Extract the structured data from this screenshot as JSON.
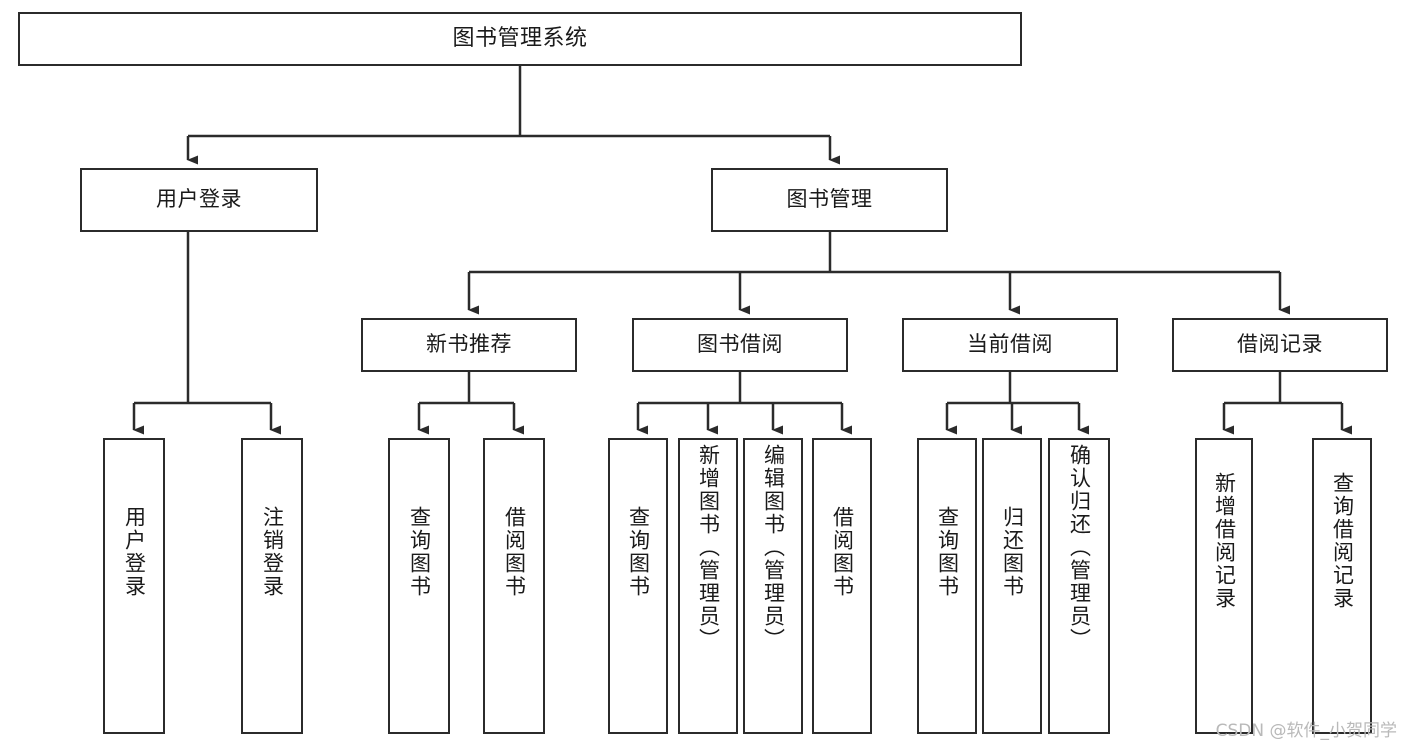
{
  "diagram": {
    "title": "图书管理系统",
    "watermark": "CSDN @软件_小贺同学",
    "line_color": "#2b2b2b",
    "box_fill": "#ffffff",
    "text_color": "#1a1a1a",
    "watermark_color": "#b9b9b9",
    "levels": {
      "root": {
        "label": "图书管理系统"
      },
      "level2": [
        {
          "label": "用户登录"
        },
        {
          "label": "图书管理"
        }
      ],
      "level3": [
        {
          "label": "新书推荐"
        },
        {
          "label": "图书借阅"
        },
        {
          "label": "当前借阅"
        },
        {
          "label": "借阅记录"
        }
      ],
      "leaves_user_login": [
        {
          "label": "用户登录"
        },
        {
          "label": "注销登录"
        }
      ],
      "leaves_new_book": [
        {
          "label": "查询图书"
        },
        {
          "label": "借阅图书"
        }
      ],
      "leaves_borrow": [
        {
          "label": "查询图书"
        },
        {
          "label": "新增图书（管理员）"
        },
        {
          "label": "编辑图书（管理员）"
        },
        {
          "label": "借阅图书"
        }
      ],
      "leaves_current": [
        {
          "label": "查询图书"
        },
        {
          "label": "归还图书"
        },
        {
          "label": "确认归还（管理员）"
        }
      ],
      "leaves_record": [
        {
          "label": "新增借阅记录"
        },
        {
          "label": "查询借阅记录"
        }
      ]
    }
  }
}
